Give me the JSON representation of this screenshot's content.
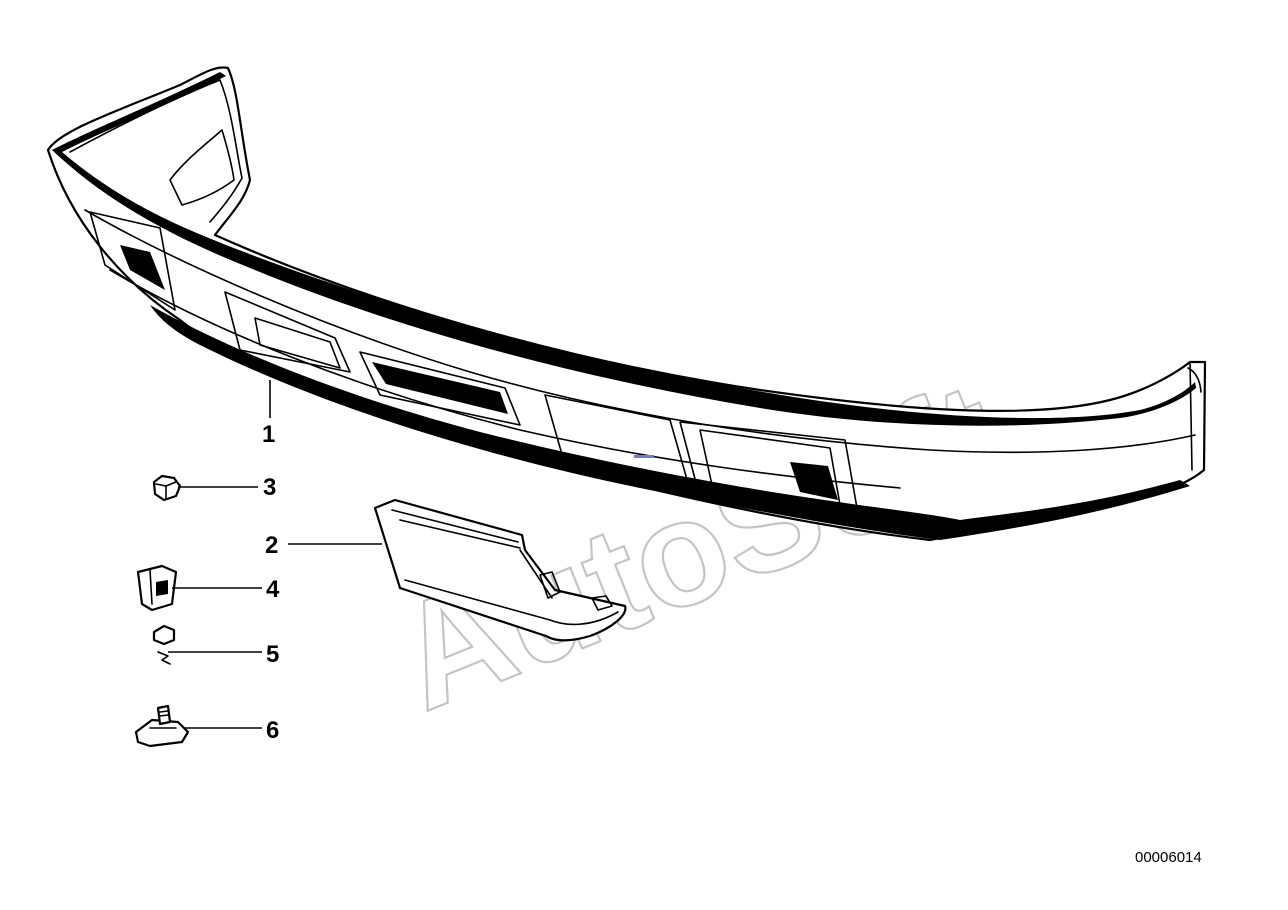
{
  "watermark": "AutoSoft",
  "document_id": "00006014",
  "callouts": [
    {
      "number": "1",
      "part": "bumper-spoiler"
    },
    {
      "number": "2",
      "part": "cover-flap"
    },
    {
      "number": "3",
      "part": "hex-nut"
    },
    {
      "number": "4",
      "part": "clip"
    },
    {
      "number": "5",
      "part": "expanding-rivet"
    },
    {
      "number": "6",
      "part": "bolt-with-clip-nut"
    }
  ],
  "colors": {
    "line": "#000000",
    "watermark": "#c4c4c4",
    "background": "#ffffff"
  }
}
